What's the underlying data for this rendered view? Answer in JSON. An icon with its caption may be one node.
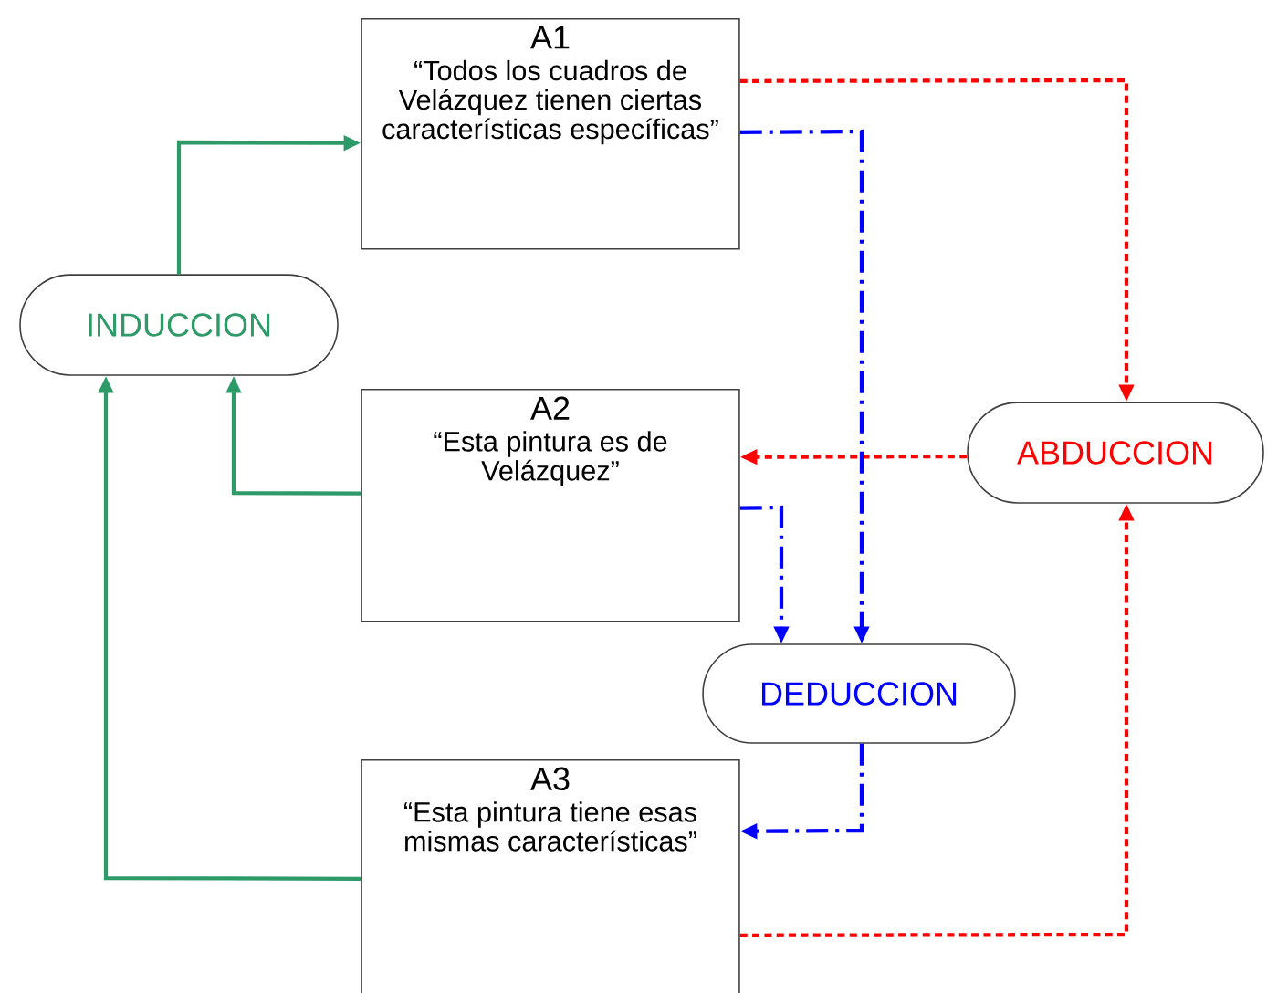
{
  "diagram": {
    "nodes": [
      {
        "text": [
          "A1",
          "“Todos los cuadros de Velázquez tienen ciertas características específicas”"
        ]
      },
      {
        "text": [
          "INDUCCION"
        ]
      },
      {
        "text": [
          "A2",
          "“Esta pintura es de Velázquez”"
        ]
      },
      {
        "text": [
          "ABDUCCION"
        ]
      },
      {
        "text": [
          "DEDUCCION"
        ]
      },
      {
        "text": [
          "A3",
          "“Esta pintura tiene esas mismas características”"
        ]
      }
    ],
    "edges": [
      {
        "from": 1,
        "to": 0,
        "arrow": "to",
        "color": "#2e9a68"
      },
      {
        "from": 2,
        "to": 1,
        "arrow": "to",
        "color": "#2e9a68"
      },
      {
        "from": 5,
        "to": 1,
        "arrow": "to",
        "color": "#2e9a68"
      },
      {
        "from": 0,
        "to": 3,
        "arrow": "to",
        "style": "dashed",
        "color": "#ff0000"
      },
      {
        "from": 3,
        "to": 2,
        "arrow": "to",
        "style": "dashed",
        "color": "#ff0000"
      },
      {
        "from": 5,
        "to": 3,
        "arrow": "to",
        "style": "dashed",
        "color": "#ff0000"
      },
      {
        "from": 0,
        "to": 4,
        "arrow": "to",
        "style": "dashed",
        "color": "#0000ff"
      },
      {
        "from": 2,
        "to": 4,
        "arrow": "to",
        "style": "dashed",
        "color": "#0000ff"
      },
      {
        "from": 4,
        "to": 5,
        "arrow": "to",
        "style": "dashed",
        "color": "#0000ff"
      }
    ]
  }
}
